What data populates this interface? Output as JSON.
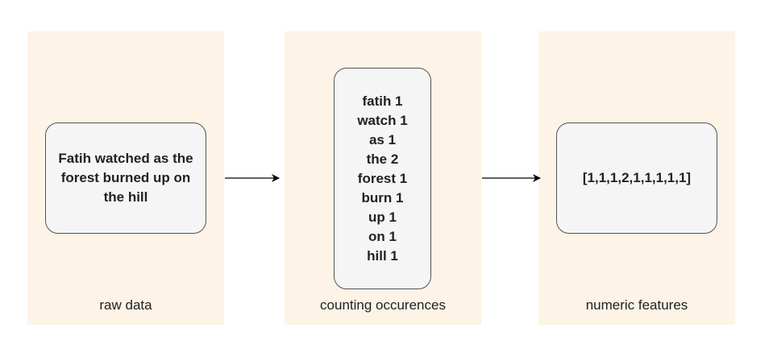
{
  "panels": [
    {
      "caption": "raw data",
      "box_lines": [
        "Fatih watched as the",
        "forest burned up on",
        "the hill"
      ]
    },
    {
      "caption": "counting occurences",
      "box_lines": [
        "fatih 1",
        "watch 1",
        "as 1",
        "the 2",
        "forest 1",
        "burn 1",
        "up 1",
        "on 1",
        "hill 1"
      ]
    },
    {
      "caption": "numeric features",
      "box_lines": [
        "[1,1,1,2,1,1,1,1,1]"
      ]
    }
  ],
  "colors": {
    "panel_background": "#fdf3e6",
    "box_fill": "#f5f5f5",
    "box_border": "#555555",
    "arrow": "#000000"
  }
}
